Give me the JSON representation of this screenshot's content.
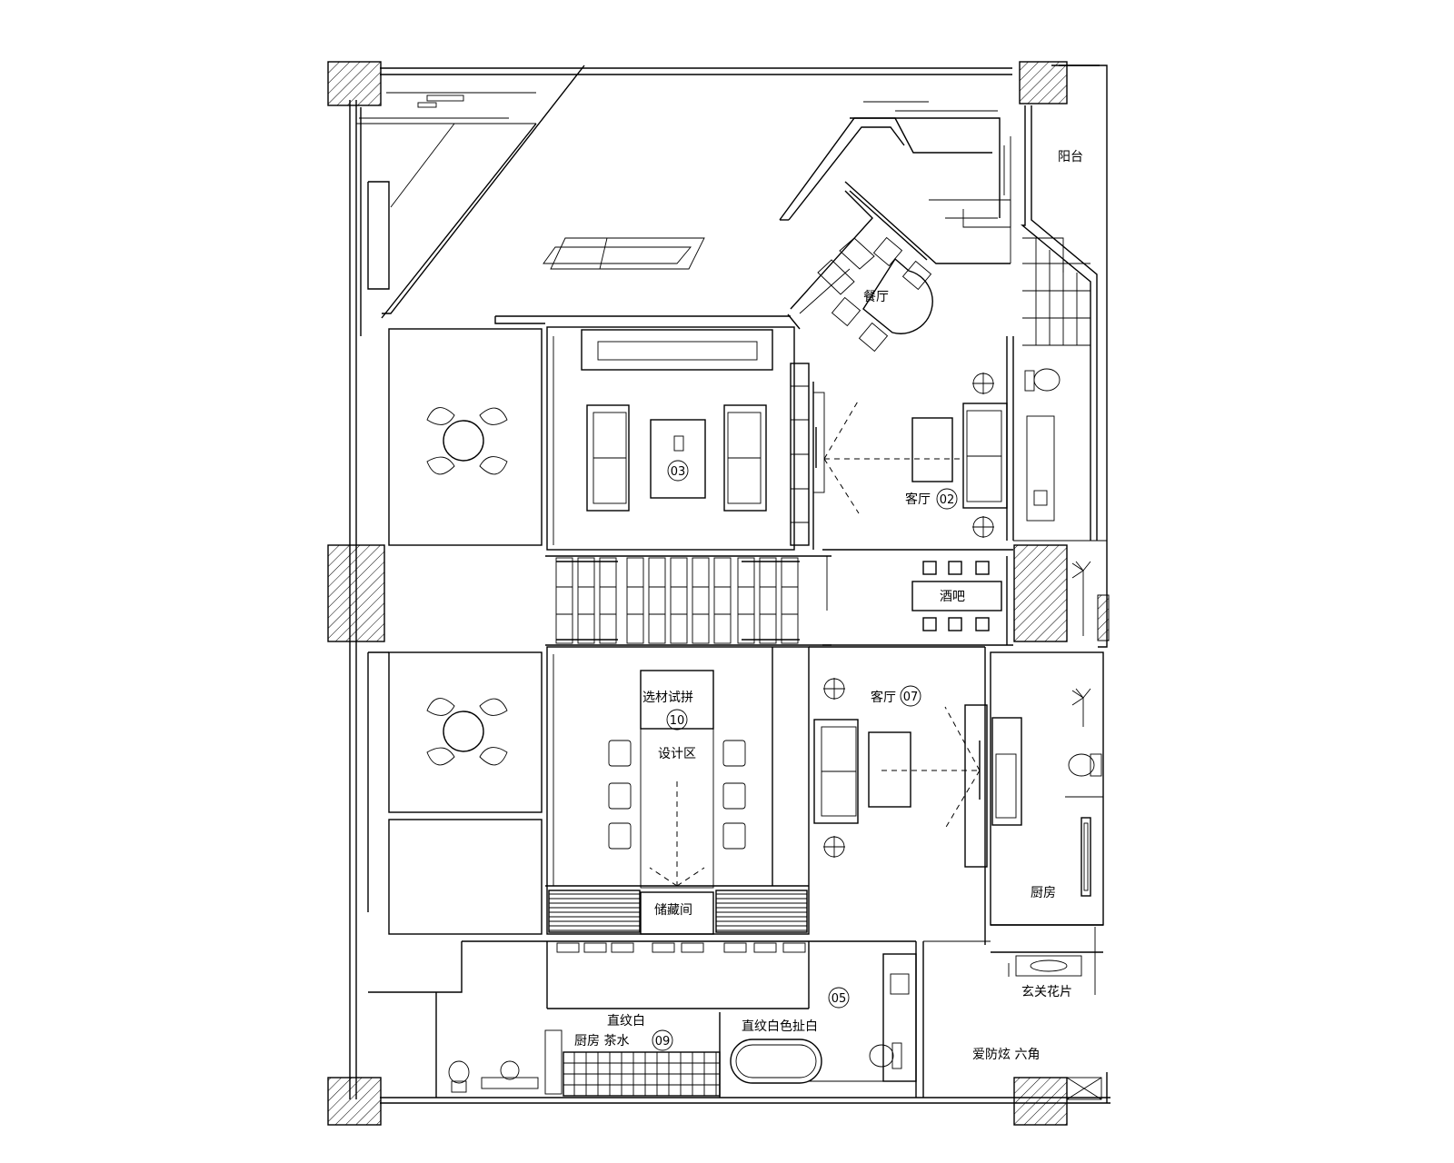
{
  "labels": {
    "balcony": "阳台",
    "dining": "餐厅",
    "bar": "酒吧",
    "living_02": "客厅",
    "living_07": "客厅",
    "design_area": "设计区",
    "material_trial": "选材试拼",
    "storage": "储藏间",
    "kitchen_right": "厨房",
    "entry_flower": "玄关花片",
    "top_line": "直纹白",
    "kitchen_tea": "厨房  茶水",
    "bath_line": "直纹白色扯白",
    "anti_slip": "爱防炫  六角"
  },
  "tags": {
    "t02": "02",
    "t03": "03",
    "t05": "05",
    "t07": "07",
    "t09": "09",
    "t10": "10"
  },
  "colors": {
    "line": "#000000",
    "background": "#ffffff",
    "hatch": "#000000"
  }
}
